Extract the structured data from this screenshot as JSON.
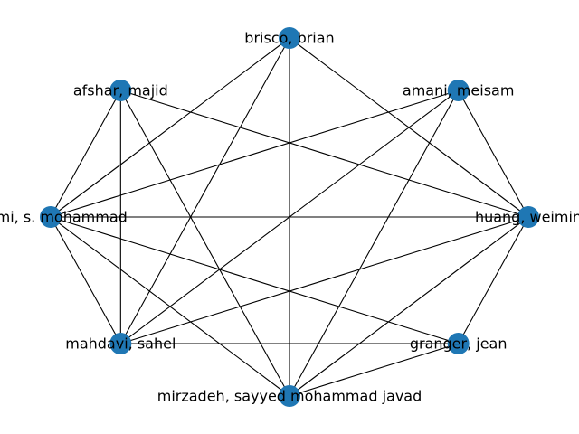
{
  "graph": {
    "node_color": "#1f77b4",
    "edge_color": "#000000",
    "nodes": [
      {
        "id": "brisco",
        "label": "brisco, brian"
      },
      {
        "id": "amani",
        "label": "amani, meisam"
      },
      {
        "id": "huang",
        "label": "huang, weimin"
      },
      {
        "id": "granger",
        "label": "granger, jean"
      },
      {
        "id": "mirzadeh",
        "label": "mirzadeh, sayyed mohammad javad"
      },
      {
        "id": "mahdavi",
        "label": "mahdavi, sahel"
      },
      {
        "id": "loumi",
        "label": "loumi, s. mohammad"
      },
      {
        "id": "afshar",
        "label": "afshar, majid"
      }
    ],
    "edges": [
      [
        "brisco",
        "huang"
      ],
      [
        "brisco",
        "mirzadeh"
      ],
      [
        "brisco",
        "mahdavi"
      ],
      [
        "brisco",
        "loumi"
      ],
      [
        "amani",
        "huang"
      ],
      [
        "amani",
        "mirzadeh"
      ],
      [
        "amani",
        "mahdavi"
      ],
      [
        "amani",
        "loumi"
      ],
      [
        "huang",
        "granger"
      ],
      [
        "huang",
        "mirzadeh"
      ],
      [
        "huang",
        "mahdavi"
      ],
      [
        "huang",
        "loumi"
      ],
      [
        "huang",
        "afshar"
      ],
      [
        "granger",
        "mirzadeh"
      ],
      [
        "granger",
        "mahdavi"
      ],
      [
        "granger",
        "loumi"
      ],
      [
        "mirzadeh",
        "loumi"
      ],
      [
        "mirzadeh",
        "afshar"
      ],
      [
        "mahdavi",
        "loumi"
      ],
      [
        "mahdavi",
        "afshar"
      ],
      [
        "loumi",
        "afshar"
      ]
    ]
  }
}
